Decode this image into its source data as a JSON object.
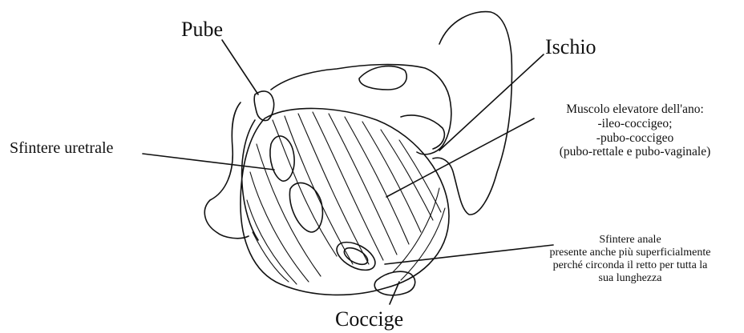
{
  "labels": {
    "pube": "Pube",
    "ischio": "Ischio",
    "sfintere_uretrale": "Sfintere uretrale",
    "coccige": "Coccige",
    "muscolo": {
      "lines": [
        "Muscolo elevatore dell'ano:",
        "-ileo-coccigeo;",
        "-pubo-coccigeo",
        "(pubo-rettale e pubo-vaginale)"
      ]
    },
    "sfintere_anale": {
      "lines": [
        "Sfintere anale",
        "presente anche più superficialmente",
        "perché circonda il retto per tutta la",
        "sua lunghezza"
      ]
    }
  },
  "colors": {
    "ink": "#111111",
    "background": "#ffffff"
  }
}
